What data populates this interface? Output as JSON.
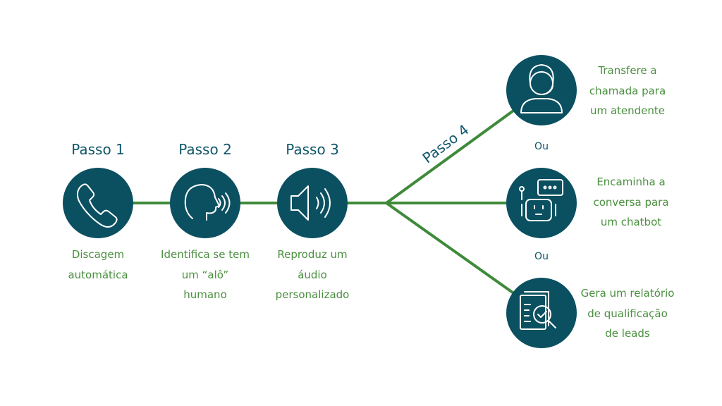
{
  "colors": {
    "circle": "#0b5060",
    "line": "#3f8a3a",
    "text_green": "#4a8f3f",
    "heading": "#10566a"
  },
  "steps": [
    {
      "title": "Passo 1",
      "lines": [
        "Discagem",
        "automática"
      ],
      "icon": "phone-icon"
    },
    {
      "title": "Passo 2",
      "lines": [
        "Identifica se tem",
        "um “alô”",
        "humano"
      ],
      "icon": "speaking-head-icon"
    },
    {
      "title": "Passo 3",
      "lines": [
        "Reproduz um",
        "áudio",
        "personalizado"
      ],
      "icon": "speaker-icon"
    }
  ],
  "step4": {
    "title": "Passo 4",
    "separator": "Ou",
    "options": [
      {
        "lines": [
          "Transfere a",
          "chamada para",
          "um atendente"
        ],
        "icon": "headset-agent-icon"
      },
      {
        "lines": [
          "Encaminha a",
          "conversa para",
          "um chatbot"
        ],
        "icon": "chatbot-icon"
      },
      {
        "lines": [
          "Gera um relatório",
          "de qualificação",
          "de leads"
        ],
        "icon": "report-magnifier-icon"
      }
    ]
  }
}
